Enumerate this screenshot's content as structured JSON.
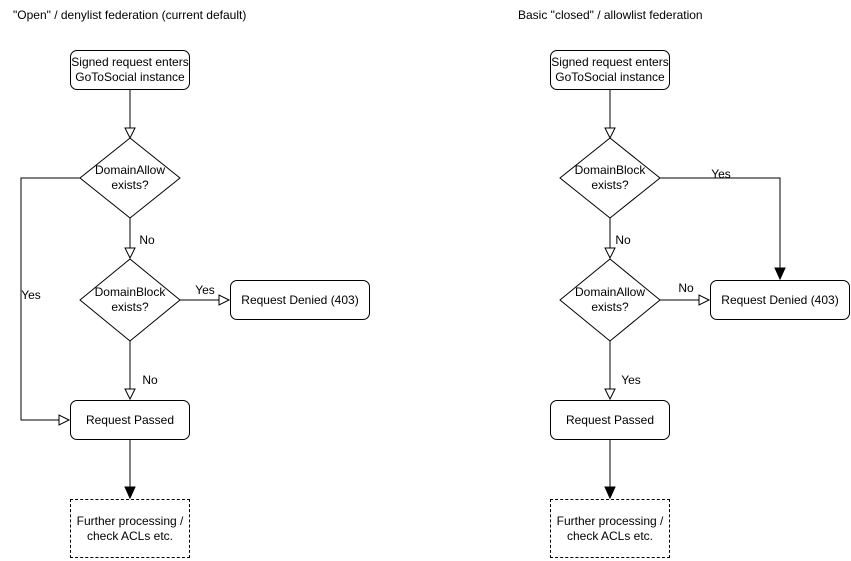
{
  "canvas": {
    "background": "#ffffff",
    "stroke_color": "#000000",
    "text_color": "#000000"
  },
  "labels": {
    "yes": "Yes",
    "no": "No"
  },
  "open_flow": {
    "title": "\"Open\" / denylist federation (current default)",
    "start": "Signed request enters\nGoToSocial instance",
    "decision_allow": "DomainAllow\nexists?",
    "decision_block": "DomainBlock\nexists?",
    "denied": "Request Denied (403)",
    "passed": "Request Passed",
    "further": "Further processing /\ncheck ACLs etc."
  },
  "closed_flow": {
    "title": "Basic \"closed\" / allowlist federation",
    "start": "Signed request enters\nGoToSocial instance",
    "decision_block": "DomainBlock\nexists?",
    "decision_allow": "DomainAllow\nexists?",
    "denied": "Request Denied (403)",
    "passed": "Request Passed",
    "further": "Further processing /\ncheck ACLs etc."
  }
}
